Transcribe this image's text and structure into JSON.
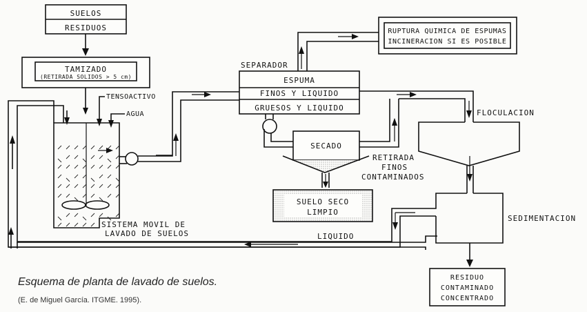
{
  "diagram": {
    "input_box": {
      "top": "SUELOS",
      "bottom": "RESIDUOS"
    },
    "screening": {
      "title": "TAMIZADO",
      "subtitle": "(RETIRADA SOLIDOS > 5 cm)"
    },
    "reagents": {
      "surfactant": "TENSOACTIVO",
      "water": "AGUA"
    },
    "washing_unit": {
      "line1": "SISTEMA MOVIL DE",
      "line2": "LAVADO DE SUELOS"
    },
    "separator": {
      "label": "SEPARADOR",
      "layers": [
        "ESPUMA",
        "FINOS Y LIQUIDO",
        "GRUESOS Y LIQUIDO"
      ]
    },
    "foam_treatment": {
      "line1": "RUPTURA QUIMICA DE ESPUMAS",
      "line2": "INCINERACION SI ES POSIBLE"
    },
    "drying": {
      "label": "SECADO"
    },
    "fines_removal": {
      "line1": "RETIRADA",
      "line2": "FINOS",
      "line3": "CONTAMINADOS"
    },
    "clean_soil": {
      "line1": "SUELO SECO",
      "line2": "LIMPIO"
    },
    "flocculation": {
      "label": "FLOCULACION"
    },
    "sedimentation": {
      "label": "SEDIMENTACION"
    },
    "liquid_return": {
      "label": "LIQUIDO"
    },
    "residue": {
      "line1": "RESIDUO",
      "line2": "CONTAMINADO",
      "line3": "CONCENTRADO"
    }
  },
  "caption": {
    "title": "Esquema de planta de lavado de suelos.",
    "source": "(E. de Miguel García. ITGME. 1995)."
  }
}
